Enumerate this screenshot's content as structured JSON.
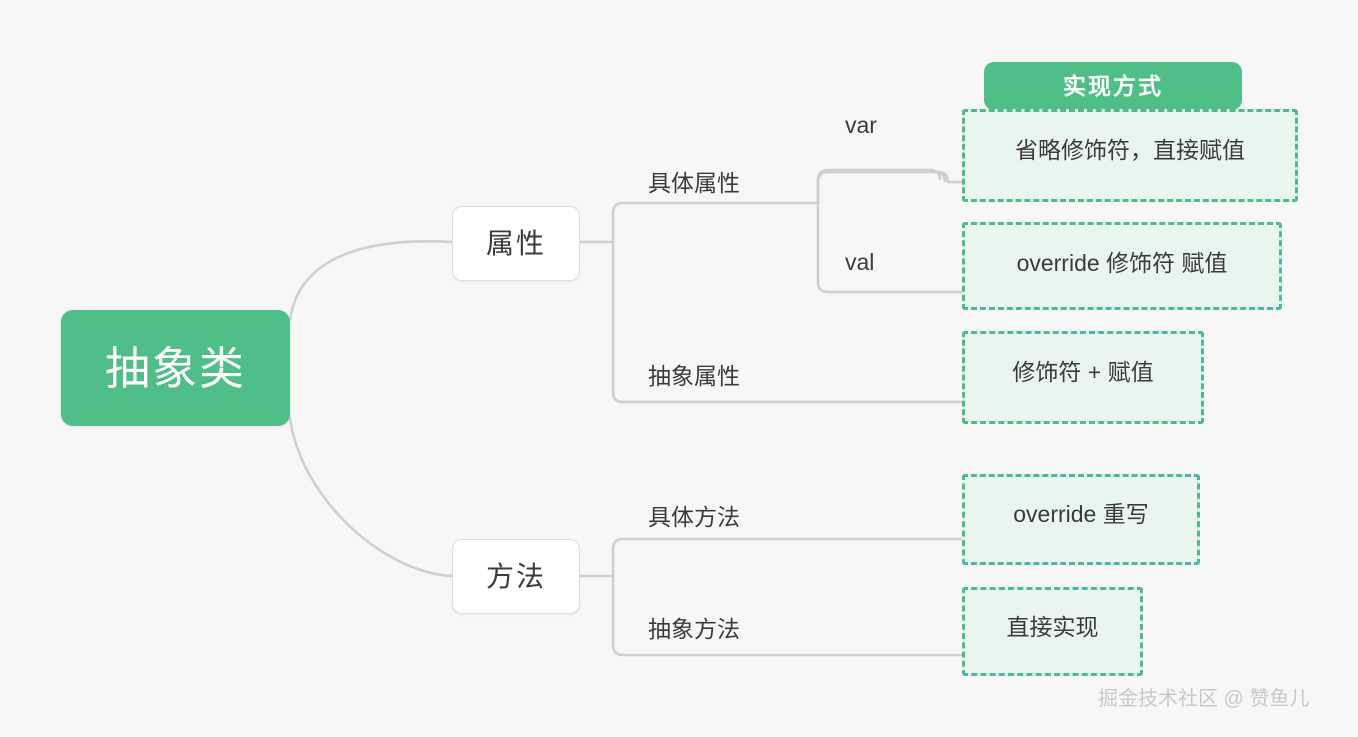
{
  "diagram": {
    "type": "mindmap",
    "background_color": "#f7f7f7",
    "accent_color": "#4fbf87",
    "dashed_border_color": "#4fba8b",
    "leaf_fill_color": "#e9f6ef",
    "connector_color": "#cfcfcf",
    "root": {
      "label": "抽象类"
    },
    "section_header": {
      "label": "实现方式"
    },
    "branches": [
      {
        "id": "attributes",
        "label": "属性",
        "children": [
          {
            "id": "concrete-attribute",
            "label": "具体属性",
            "children": [
              {
                "id": "var",
                "label": "var",
                "leaf": "省略修饰符，直接赋值"
              },
              {
                "id": "val",
                "label": "val",
                "leaf": "override 修饰符 赋值"
              }
            ]
          },
          {
            "id": "abstract-attribute",
            "label": "抽象属性",
            "leaf": "修饰符 + 赋值"
          }
        ]
      },
      {
        "id": "methods",
        "label": "方法",
        "children": [
          {
            "id": "concrete-method",
            "label": "具体方法",
            "leaf": "override 重写"
          },
          {
            "id": "abstract-method",
            "label": "抽象方法",
            "leaf": "直接实现"
          }
        ]
      }
    ]
  },
  "watermark": {
    "text": "掘金技术社区 @ 赞鱼儿"
  }
}
